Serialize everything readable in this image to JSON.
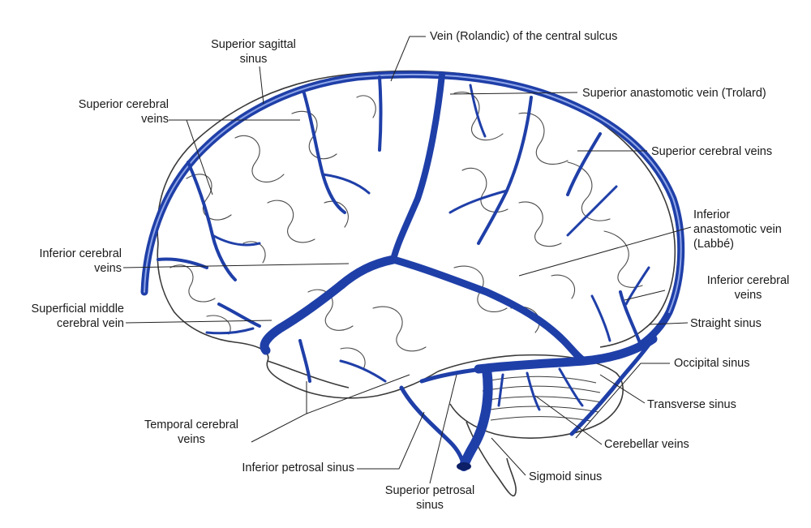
{
  "colors": {
    "vein": "#1f3fa8",
    "vein_edge": "#0d1f66",
    "outline": "#3a3a3a",
    "leader": "#222222",
    "background": "#ffffff"
  },
  "labels": {
    "superior_sagittal_sinus": [
      "Superior sagittal",
      "sinus"
    ],
    "vein_rolandic": "Vein (Rolandic) of the central sulcus",
    "superior_anastomotic_vein": "Superior anastomotic vein (Trolard)",
    "superior_cerebral_veins_left": [
      "Superior cerebral",
      "veins"
    ],
    "superior_cerebral_veins_right": "Superior cerebral veins",
    "inferior_anastomotic_vein": [
      "Inferior",
      "anastomotic vein",
      "(Labbé)"
    ],
    "inferior_cerebral_veins_left": [
      "Inferior cerebral",
      "veins"
    ],
    "inferior_cerebral_veins_right": [
      "Inferior cerebral",
      "veins"
    ],
    "superficial_middle_cerebral_vein": [
      "Superficial middle",
      "cerebral vein"
    ],
    "straight_sinus": "Straight sinus",
    "occipital_sinus": "Occipital sinus",
    "transverse_sinus": "Transverse sinus",
    "temporal_cerebral_veins": [
      "Temporal cerebral",
      "veins"
    ],
    "cerebellar_veins": "Cerebellar veins",
    "inferior_petrosal_sinus": "Inferior petrosal sinus",
    "sigmoid_sinus": "Sigmoid sinus",
    "superior_petrosal_sinus": [
      "Superior petrosal",
      "sinus"
    ]
  }
}
